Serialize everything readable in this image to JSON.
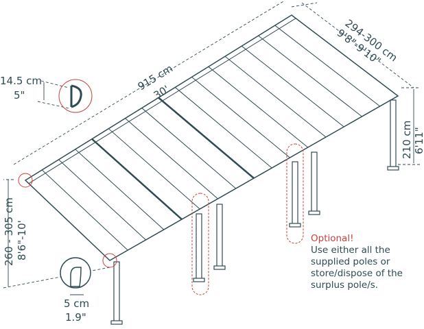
{
  "dimensions": {
    "length_cm": "915 cm",
    "length_ft": "30'",
    "width_cm": "294-300 cm",
    "width_ft": "9'8\"-9'10\"",
    "back_height_cm": "210 cm",
    "back_height_ft": "6'11\"",
    "front_height_cm": "260 - 305 cm",
    "front_height_ft": "8'6\"-10'",
    "gutter_cm": "14.5 cm",
    "gutter_in": "5\"",
    "pole_cm": "5 cm",
    "pole_in": "1.9\""
  },
  "note": {
    "title": "Optional!",
    "lines": [
      "Use either all the",
      "supplied poles or",
      "store/dispose of the",
      "surplus pole/s."
    ]
  },
  "colors": {
    "line": "#2e4a52",
    "highlight": "#c9403a"
  }
}
